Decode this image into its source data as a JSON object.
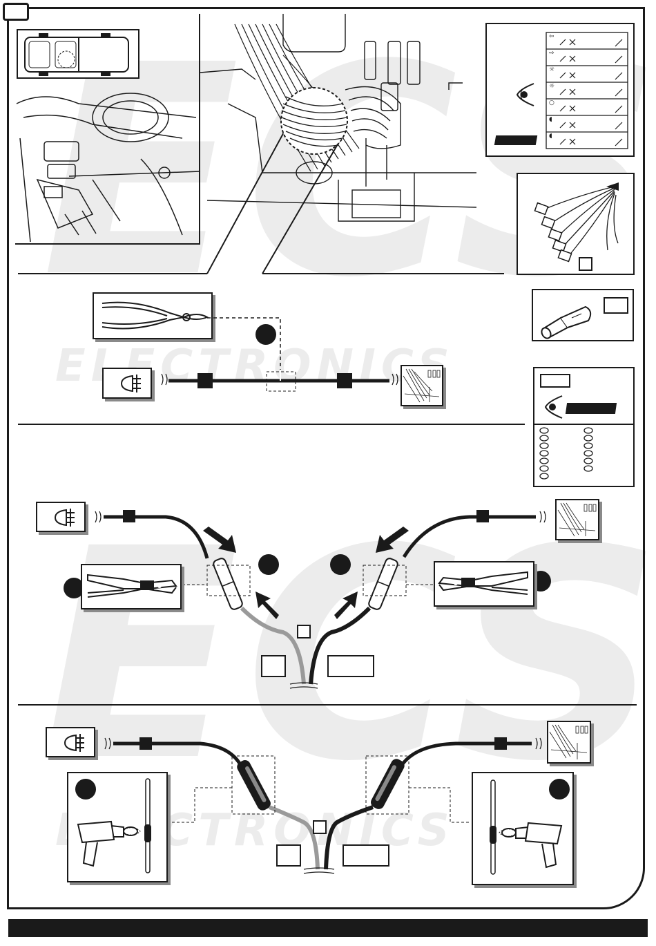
{
  "page": {
    "background": "#ffffff",
    "ink": "#1a1a1a",
    "watermark_color": "#ececec",
    "grey_wire": "#9a9a9a"
  },
  "watermark": {
    "brand": "ECS",
    "word": "ELECTRONICS"
  },
  "icons": {
    "fog_light": "rear-fog-light-icon",
    "eye": "eye-icon",
    "side_cutter": "side-cutter-pliers-icon",
    "crimper": "crimping-tool-icon",
    "heat_gun": "heat-gun-icon",
    "butt_connector": "butt-connector-icon",
    "arrow": "insert-arrow-icon"
  },
  "wire_colors": {
    "left_tail": "grey",
    "right_tail": "black"
  }
}
